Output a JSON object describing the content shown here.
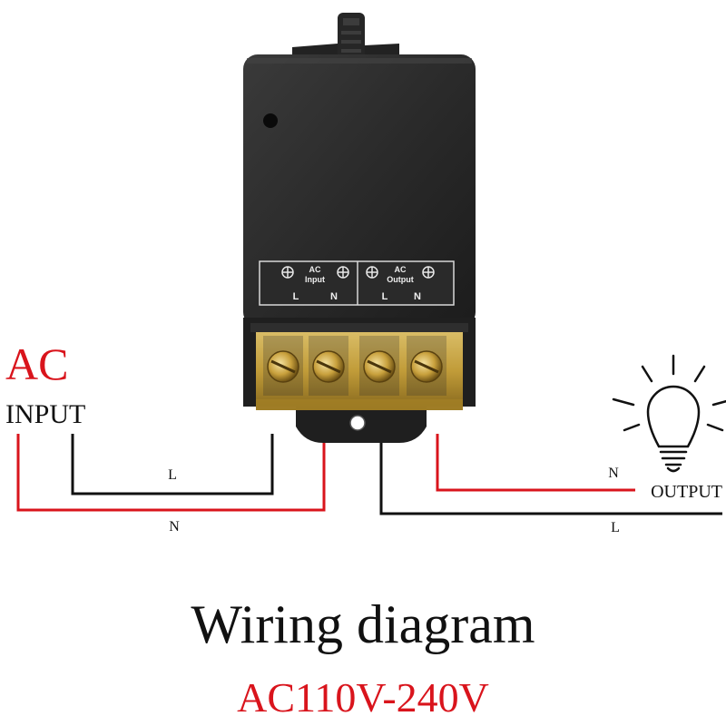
{
  "labels": {
    "ac": "AC",
    "input": "INPUT",
    "output": "OUTPUT",
    "wire_l_input": "L",
    "wire_n_input": "N",
    "wire_n_output": "N",
    "wire_l_output": "L"
  },
  "panel": {
    "ac_input_top": "AC",
    "ac_input_bottom": "Input",
    "ac_output_top": "AC",
    "ac_output_bottom": "Output",
    "term1": "L",
    "term2": "N",
    "term3": "L",
    "term4": "N"
  },
  "title": "Wiring diagram",
  "subtitle": "AC110V-240V",
  "colors": {
    "red_wire": "#d9141c",
    "black_wire": "#111111",
    "housing": "#2a2a2a",
    "brass": "#c9a23a",
    "accent_text": "#d9141c"
  },
  "icons": {
    "bulb": "light-bulb-icon",
    "terminal_screw": "screw-icon"
  }
}
